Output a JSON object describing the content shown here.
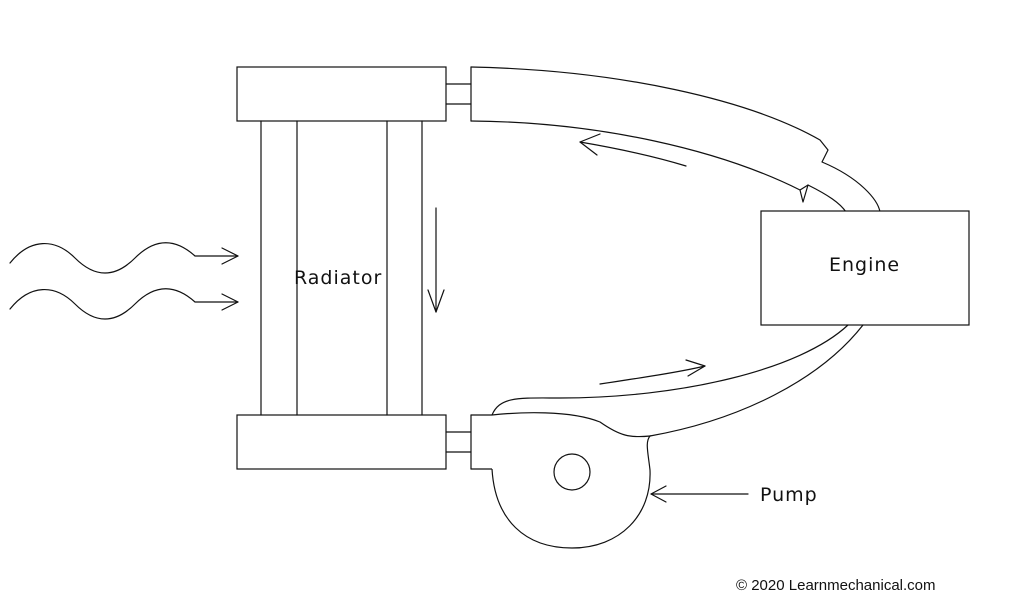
{
  "labels": {
    "radiator": "Radiator",
    "engine": "Engine",
    "pump": "Pump"
  },
  "copyright": "© 2020 Learnmechanical.com",
  "colors": {
    "stroke": "#111111",
    "background": "#ffffff"
  }
}
